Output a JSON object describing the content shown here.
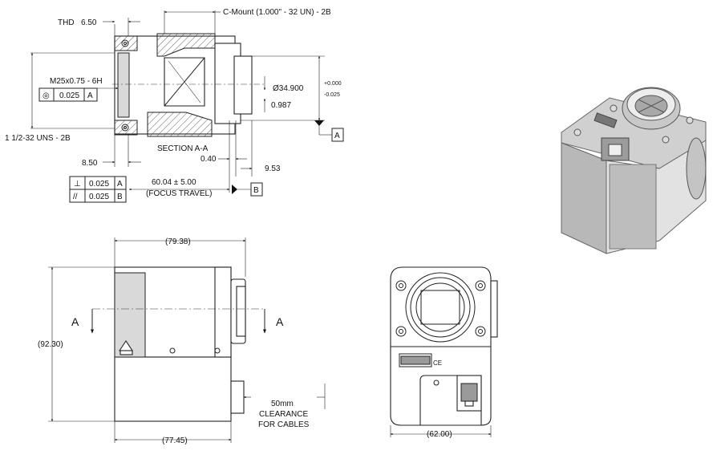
{
  "section_view": {
    "thd_label": "THD",
    "thd_value": "6.50",
    "cmount_label": "C-Mount (1.000\" - 32 UN) - 2B",
    "thread_m25": "M25x0.75 - 6H",
    "thread_uns": "1 1/2-32 UNS - 2B",
    "dim_diameter": "Ø34.900",
    "tol_upper": "+0.000",
    "tol_lower": "-0.025",
    "dim_0987": "0.987",
    "section_label": "SECTION A-A",
    "dim_040": "0.40",
    "dim_850": "8.50",
    "dim_953": "9.53",
    "dim_focus": "60.04 ± 5.00",
    "focus_note": "(FOCUS TRAVEL)",
    "fcf_left": {
      "symbol": "◎",
      "value": "0.025",
      "datum": "A"
    },
    "fcf_perp": {
      "symbol": "⊥",
      "value": "0.025",
      "datum": "A"
    },
    "fcf_par": {
      "symbol": "//",
      "value": "0.025",
      "datum": "B"
    },
    "datum_a": "A",
    "datum_b": "B"
  },
  "side_view": {
    "dim_top": "(79.38)",
    "dim_left": "(92.30)",
    "dim_bottom": "(77.45)",
    "section_marker_left": "A",
    "section_marker_right": "A",
    "clearance_line1": "50mm",
    "clearance_line2": "CLEARANCE",
    "clearance_line3": "FOR CABLES"
  },
  "back_view": {
    "dim_bottom": "(62.00)",
    "ce_mark": "CE"
  }
}
